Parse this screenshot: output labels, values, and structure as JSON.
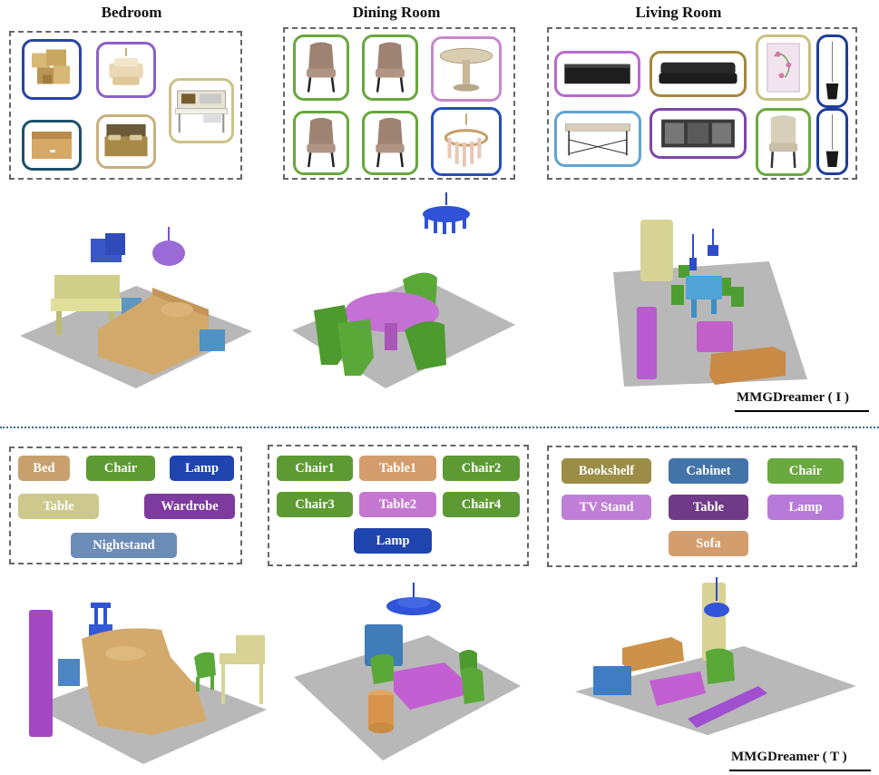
{
  "headings": {
    "bedroom": "Bedroom",
    "dining": "Dining Room",
    "living": "Living Room"
  },
  "image_row": {
    "bedroom": [
      {
        "item": "wardrobe",
        "color": "#2a43a0"
      },
      {
        "item": "lamp",
        "color": "#8c60c8"
      },
      {
        "item": "desk",
        "color": "#cbc287"
      },
      {
        "item": "nightstand",
        "color": "#1e4f6a"
      },
      {
        "item": "bed",
        "color": "#c9b07c"
      }
    ],
    "dining": [
      {
        "item": "chair",
        "color": "#68a83c"
      },
      {
        "item": "chair",
        "color": "#68a83c"
      },
      {
        "item": "table",
        "color": "#c987cf"
      },
      {
        "item": "chair",
        "color": "#68a83c"
      },
      {
        "item": "chair",
        "color": "#68a83c"
      },
      {
        "item": "lamp",
        "color": "#2650b8"
      }
    ],
    "living": [
      {
        "item": "tv-stand",
        "color": "#b86ad0"
      },
      {
        "item": "sofa",
        "color": "#a8873c"
      },
      {
        "item": "bookshelf",
        "color": "#c8c080"
      },
      {
        "item": "lamp",
        "color": "#1f3f98"
      },
      {
        "item": "table",
        "color": "#5fa4cf"
      },
      {
        "item": "cabinet",
        "color": "#8046a8"
      },
      {
        "item": "chair",
        "color": "#6aa840"
      },
      {
        "item": "lamp",
        "color": "#1f3f98"
      }
    ]
  },
  "text_row": {
    "bedroom": [
      {
        "label": "Bed",
        "color": "#c8a06e"
      },
      {
        "label": "Chair",
        "color": "#5d9a33"
      },
      {
        "label": "Lamp",
        "color": "#1f44ad"
      },
      {
        "label": "Table",
        "color": "#cdc98c"
      },
      {
        "label": "Wardrobe",
        "color": "#7d3b9f"
      },
      {
        "label": "Nightstand",
        "color": "#6c8cb8"
      }
    ],
    "dining": [
      {
        "label": "Chair1",
        "color": "#5d9a33"
      },
      {
        "label": "Table1",
        "color": "#d49d6d"
      },
      {
        "label": "Chair2",
        "color": "#5d9a33"
      },
      {
        "label": "Chair3",
        "color": "#5d9a33"
      },
      {
        "label": "Table2",
        "color": "#c477d0"
      },
      {
        "label": "Chair4",
        "color": "#5d9a33"
      },
      {
        "label": "Lamp",
        "color": "#1f44ad"
      }
    ],
    "living": [
      {
        "label": "Bookshelf",
        "color": "#9b8d45"
      },
      {
        "label": "Cabinet",
        "color": "#4274a8"
      },
      {
        "label": "Chair",
        "color": "#6aa840"
      },
      {
        "label": "TV Stand",
        "color": "#c07fd6"
      },
      {
        "label": "Table",
        "color": "#6f3a88"
      },
      {
        "label": "Lamp",
        "color": "#b77ad9"
      },
      {
        "label": "Sofa",
        "color": "#d49d6d"
      }
    ]
  },
  "captions": {
    "image_caption": "MMGDreamer ( I )",
    "text_caption": "MMGDreamer ( T )"
  }
}
